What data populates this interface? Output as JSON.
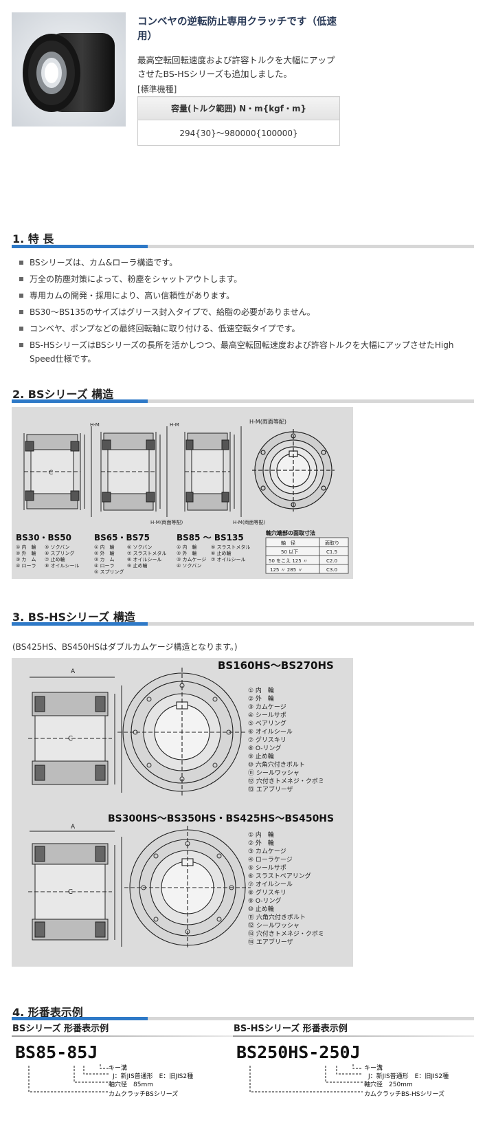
{
  "product": {
    "title": "コンベヤの逆転防止専用クラッチです（低速用）",
    "description": "最高空転回転速度および許容トルクを大幅にアップさせたBS-HSシリーズも追加しました。",
    "standard_label": "[標準機種]",
    "table_header": "容量(トルク範囲) N・m{kgf・m}",
    "table_value": "294{30}～980000{100000}"
  },
  "sections": {
    "features": "1. 特 長",
    "bs_structure": "2. BSシリーズ 構造",
    "hs_structure": "3. BS-HSシリーズ 構造",
    "model": "4. 形番表示例"
  },
  "features": [
    "BSシリーズは、カム&ローラ構造です。",
    "万全の防塵対策によって、粉塵をシャットアウトします。",
    "専用カムの開発・採用により、高い信頼性があります。",
    "BS30～BS135のサイズはグリース封入タイプで、給脂の必要がありません。",
    "コンベヤ、ポンプなどの最終回転軸に取り付ける、低速空転タイプです。",
    "BS-HSシリーズはBSシリーズの長所を活かしつつ、最高空転回転速度および許容トルクを大幅にアップさせたHigh Speed仕様です。"
  ],
  "bs_figure": {
    "hm_label": "H-M(両面等配)",
    "hm_short": "H-M",
    "models": [
      "BS30・BS50",
      "BS65・BS75",
      "BS85 ～ BS135"
    ],
    "parts_bs30": [
      "① 内　輪",
      "② 外　輪",
      "③ カ　ム",
      "④ ローラ",
      "⑤ ソクバン",
      "⑥ スプリング",
      "⑦ 止め輪",
      "⑧ オイルシール"
    ],
    "parts_bs65": [
      "① 内　輪",
      "② 外　輪",
      "③ カ　ム",
      "④ ローラ",
      "⑤ スプリング",
      "⑥ ソクバン",
      "⑦ スラストメタル",
      "⑧ オイルシール",
      "⑨ 止め輪"
    ],
    "parts_bs85": [
      "① 内　輪",
      "② 外　輪",
      "③ カムケージ",
      "④ ソクバン",
      "⑤ スラストメタル",
      "⑥ 止め輪",
      "⑦ オイルシール"
    ],
    "chamfer_title": "軸穴端部の面取寸法",
    "chamfer_headers": [
      "軸　径",
      "面取り"
    ],
    "chamfer_rows": [
      [
        "50 以下",
        "C1.5"
      ],
      [
        "50 をこえ 125 〃",
        "C2.0"
      ],
      [
        "125 〃 285 〃",
        "C3.0"
      ]
    ]
  },
  "hs_figure": {
    "note": "(BS425HS、BS450HSはダブルカムケージ構造となります。)",
    "title_top": "BS160HS～BS270HS",
    "title_bottom": "BS300HS～BS350HS・BS425HS～BS450HS",
    "parts_top": [
      "① 内　輪",
      "② 外　輪",
      "③ カムケージ",
      "④ シールサポ",
      "⑤ ベアリング",
      "⑥ オイルシール",
      "⑦ グリスキリ",
      "⑧ O-リング",
      "⑨ 止め輪",
      "⑩ 六角穴付きボルト",
      "⑪ シールワッシャ",
      "⑫ 穴付きトメネジ・クボミ",
      "⑬ エアブリーザ"
    ],
    "parts_bottom": [
      "① 内　輪",
      "② 外　輪",
      "③ カムケージ",
      "④ ローラケージ",
      "⑤ シールサポ",
      "⑥ スラストベアリング",
      "⑦ オイルシール",
      "⑧ グリスキリ",
      "⑨ O-リング",
      "⑩ 止め輪",
      "⑪ 六角穴付きボルト",
      "⑫ シールワッシャ",
      "⑬ 穴付きトメネジ・クボミ",
      "⑭ エアブリーザ"
    ]
  },
  "model": {
    "bs_head": "BSシリーズ 形番表示例",
    "bs_code": "BS85-85J",
    "bs_notes": [
      "キー溝",
      "J：新JIS普通形　E：旧JIS2種",
      "軸穴径　85mm",
      "カムクラッチBSシリーズ"
    ],
    "hs_head": "BS-HSシリーズ 形番表示例",
    "hs_code": "BS250HS-250J",
    "hs_notes": [
      "キー溝",
      "J：新JIS普通形　E：旧JIS2種",
      "軸穴径　250mm",
      "カムクラッチBS-HSシリーズ"
    ]
  }
}
